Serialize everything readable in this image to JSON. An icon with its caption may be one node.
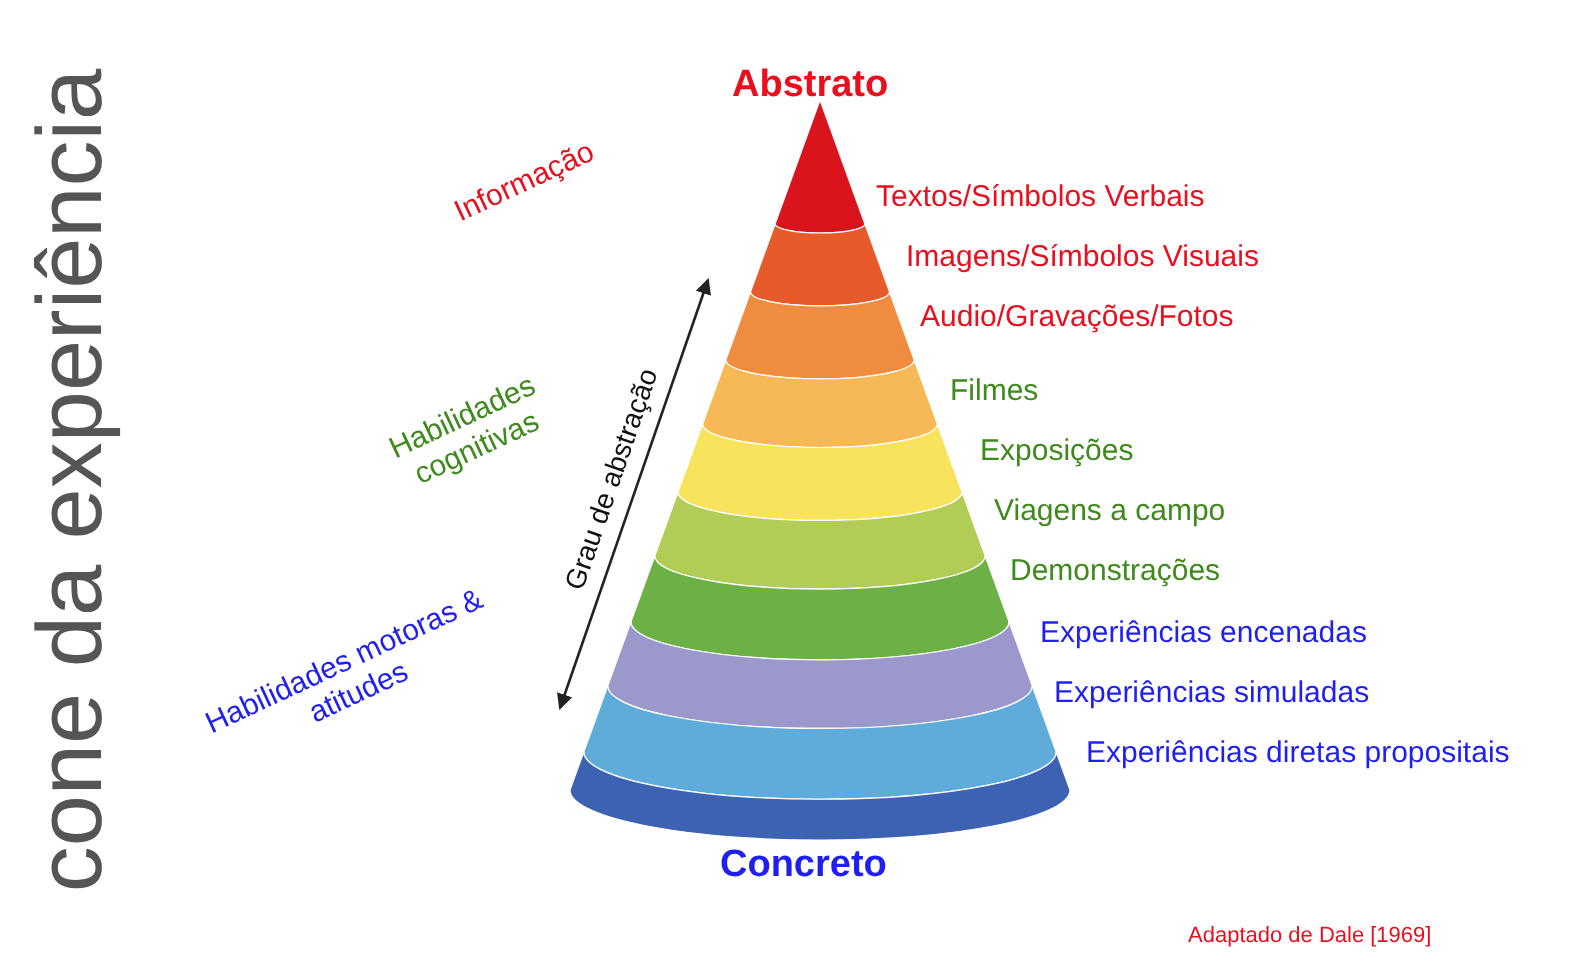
{
  "diagram": {
    "title": "cone da experiência",
    "nodes": [
      {
        "text": [],
        "shape": "band",
        "beside": [
          "Textos/Símbolos Verbais"
        ]
      },
      {
        "text": [],
        "shape": "band",
        "beside": [
          "Imagens/Símbolos Visuais"
        ]
      },
      {
        "text": [],
        "shape": "band",
        "beside": [
          "Audio/Gravações/Fotos"
        ]
      },
      {
        "text": [],
        "shape": "band",
        "beside": [
          "Filmes"
        ]
      },
      {
        "text": [],
        "shape": "band",
        "beside": [
          "Exposições"
        ]
      },
      {
        "text": [],
        "shape": "band",
        "beside": [
          "Viagens a campo"
        ]
      },
      {
        "text": [],
        "shape": "band",
        "beside": [
          "Demonstrações"
        ]
      },
      {
        "text": [],
        "shape": "band",
        "beside": [
          "Experiências encenadas"
        ]
      },
      {
        "text": [],
        "shape": "band",
        "beside": [
          "Experiências simuladas"
        ]
      },
      {
        "text": [],
        "shape": "band",
        "beside": [
          "Experiências diretas propositais"
        ]
      }
    ],
    "labels": [
      "Abstrato",
      "Informação",
      "Habilidades cognitivas",
      "Grau de abstração",
      "Habilidades motoras & atitudes",
      "Concreto",
      "Adaptado de Dale [1969]"
    ]
  }
}
